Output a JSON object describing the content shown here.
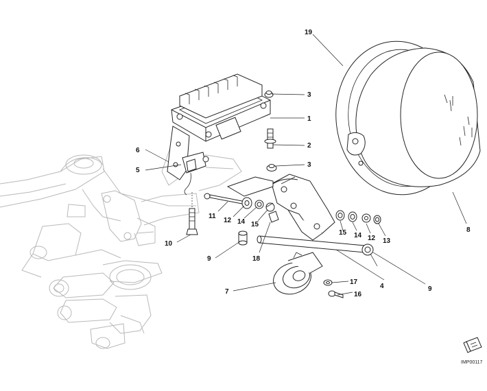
{
  "diagram": {
    "reference_code": "IMP00117",
    "callouts": [
      {
        "id": "c1",
        "label": "1"
      },
      {
        "id": "c2",
        "label": "2"
      },
      {
        "id": "c3a",
        "label": "3"
      },
      {
        "id": "c3b",
        "label": "3"
      },
      {
        "id": "c4",
        "label": "4"
      },
      {
        "id": "c5",
        "label": "5"
      },
      {
        "id": "c6",
        "label": "6"
      },
      {
        "id": "c7",
        "label": "7"
      },
      {
        "id": "c8",
        "label": "8"
      },
      {
        "id": "c9a",
        "label": "9"
      },
      {
        "id": "c9b",
        "label": "9"
      },
      {
        "id": "c10",
        "label": "10"
      },
      {
        "id": "c11",
        "label": "11"
      },
      {
        "id": "c12a",
        "label": "12"
      },
      {
        "id": "c12b",
        "label": "12"
      },
      {
        "id": "c13",
        "label": "13"
      },
      {
        "id": "c14a",
        "label": "14"
      },
      {
        "id": "c14b",
        "label": "14"
      },
      {
        "id": "c15a",
        "label": "15"
      },
      {
        "id": "c15b",
        "label": "15"
      },
      {
        "id": "c16",
        "label": "16"
      },
      {
        "id": "c17",
        "label": "17"
      },
      {
        "id": "c18",
        "label": "18"
      },
      {
        "id": "c19",
        "label": "19"
      }
    ]
  }
}
